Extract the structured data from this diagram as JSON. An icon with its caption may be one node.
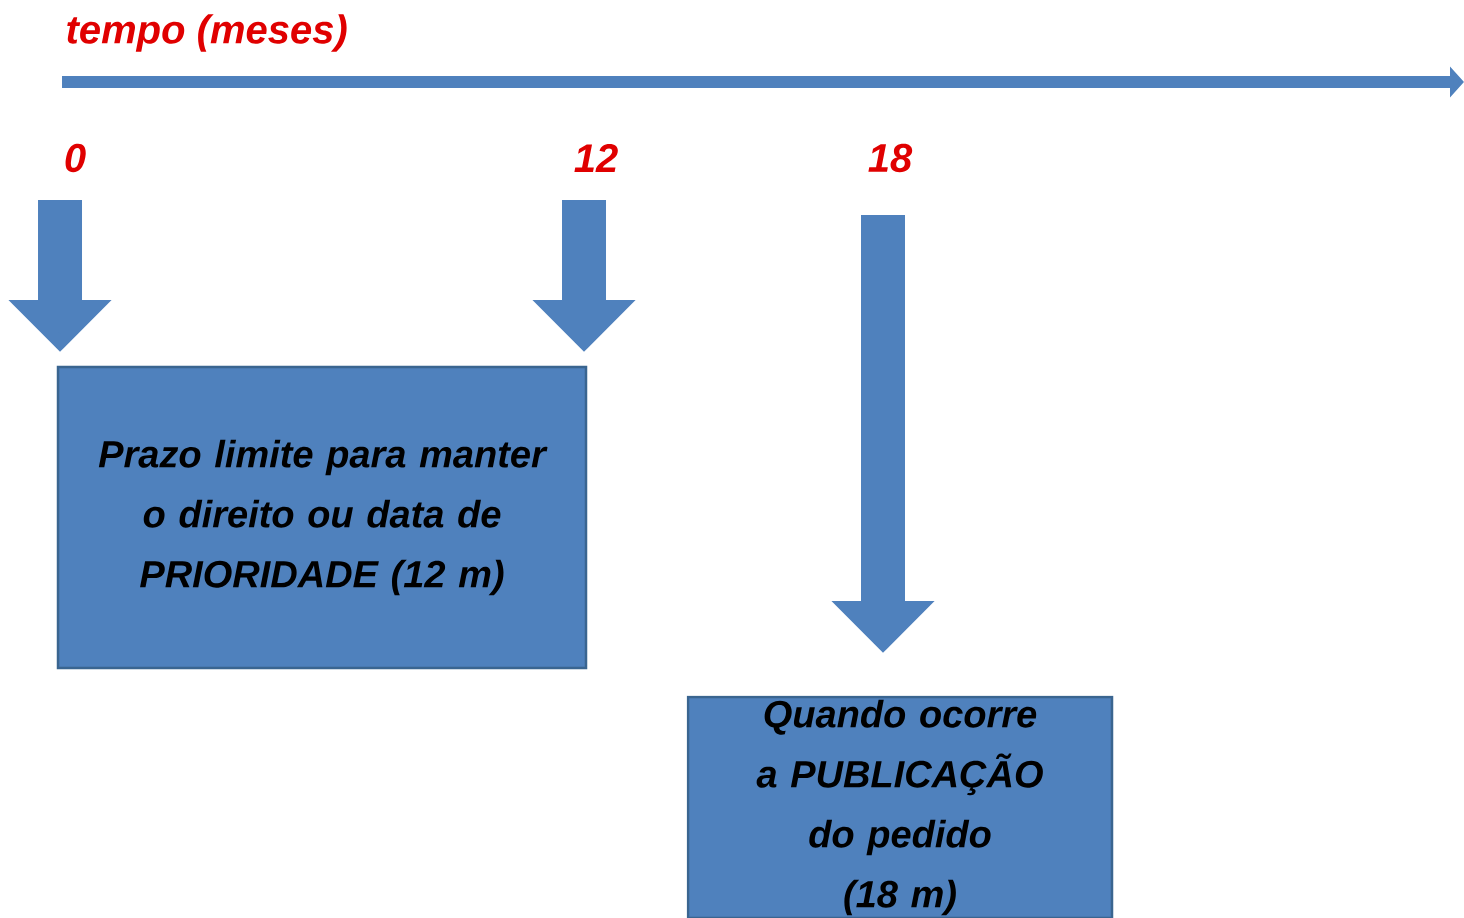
{
  "diagram": {
    "nodes": [
      {
        "text": [
          "0"
        ]
      },
      {
        "text": [
          "12"
        ]
      },
      {
        "text": [
          "18"
        ]
      },
      {
        "text": [
          "Prazo limite para manter o direito ou data de PRIORIDADE (12 m)"
        ]
      },
      {
        "text": [
          "Quando ocorre a PUBLICAÇÃO do pedido (18 m)"
        ]
      }
    ],
    "edges": [
      {
        "from": 0,
        "to": 3,
        "arrow": "to"
      },
      {
        "from": 1,
        "to": 3,
        "arrow": "to"
      },
      {
        "from": 2,
        "to": 4,
        "arrow": "to"
      }
    ],
    "labels": [
      "tempo (meses)"
    ]
  }
}
